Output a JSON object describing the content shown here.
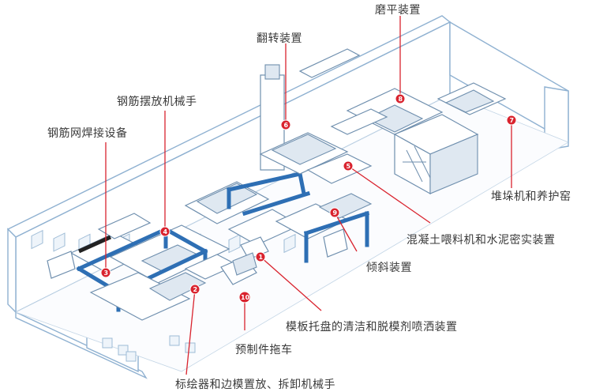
{
  "labels": {
    "grinding": "磨平装置",
    "flipping": "翻转装置",
    "rebar_placing_robot": "钢筋摆放机械手",
    "rebar_mesh_welding": "钢筋网焊接设备",
    "stacker_curing": "堆垛机和养护窑",
    "concrete_feeding": "混凝土喂料机和水泥密实装置",
    "tilting": "倾斜装置",
    "mould_cleaning": "模板托盘的清洁和脱模剂喷洒装置",
    "precast_trailer": "预制件拖车",
    "plotter_edge_mould": "标绘器和边模置放、拆卸机械手"
  },
  "markers": [
    "1",
    "2",
    "3",
    "4",
    "5",
    "6",
    "7",
    "8",
    "9",
    "10"
  ],
  "colors": {
    "accent": "#d9232e",
    "line": "#8fb1d1",
    "beam": "#2e6fb4"
  }
}
